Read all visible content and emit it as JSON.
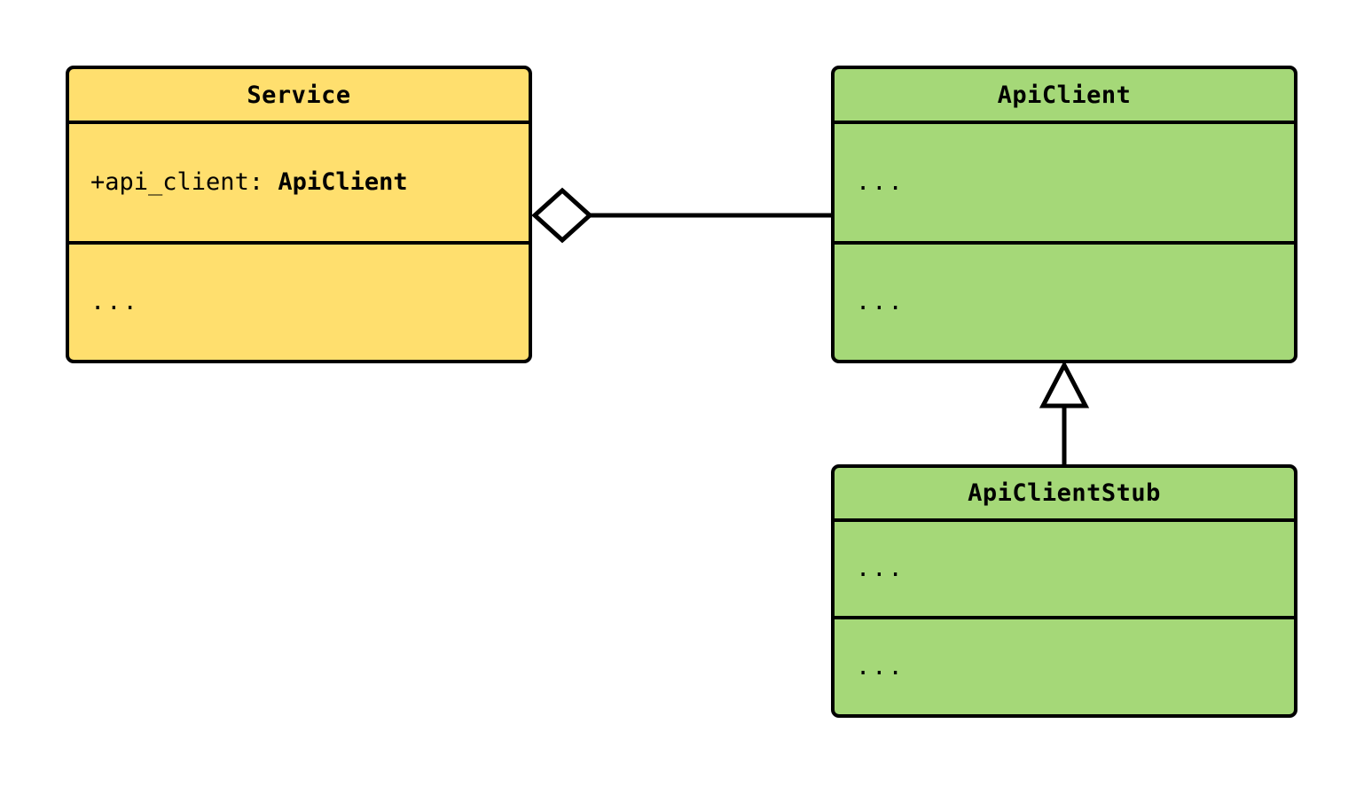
{
  "diagram": {
    "kind": "uml-class-diagram",
    "background": "#ffffff",
    "stroke": "#000000",
    "palette": {
      "amber": "#ffdf6e",
      "green": "#a5d878"
    },
    "classes": [
      {
        "id": "service",
        "name": "Service",
        "fill": "#ffdf6e",
        "attributes": [
          {
            "visibility": "+",
            "name": "api_client",
            "separator": ": ",
            "type": "ApiClient",
            "text": "+ api_client: ApiClient"
          }
        ],
        "operations": [
          {
            "text": "..."
          }
        ]
      },
      {
        "id": "apiclient",
        "name": "ApiClient",
        "fill": "#a5d878",
        "attributes": [
          {
            "text": "..."
          }
        ],
        "operations": [
          {
            "text": "..."
          }
        ]
      },
      {
        "id": "apiclientstub",
        "name": "ApiClientStub",
        "fill": "#a5d878",
        "attributes": [
          {
            "text": "..."
          }
        ],
        "operations": [
          {
            "text": "..."
          }
        ]
      }
    ],
    "relationships": [
      {
        "id": "service-aggregates-apiclient",
        "type": "aggregation",
        "marker": "hollow-diamond",
        "from": "Service",
        "to": "ApiClient",
        "label": ""
      },
      {
        "id": "apiclientstub-inherits-apiclient",
        "type": "generalization",
        "marker": "hollow-triangle",
        "from": "ApiClientStub",
        "to": "ApiClient",
        "label": ""
      }
    ]
  }
}
